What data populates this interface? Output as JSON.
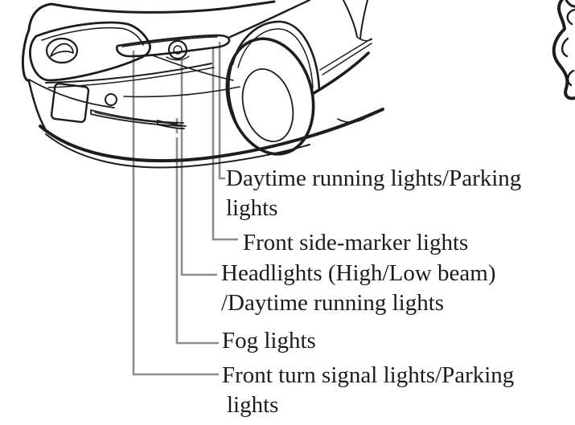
{
  "labels": {
    "daytime": {
      "line1": "Daytime running lights/Parking",
      "line2": "lights"
    },
    "side_marker": {
      "line1": "Front side-marker lights"
    },
    "headlights": {
      "line1": "Headlights (High/Low beam)",
      "line2": "/Daytime running lights"
    },
    "fog": {
      "line1": "Fog lights"
    },
    "front_turn": {
      "line1": "Front turn signal lights/Parking",
      "line2": "lights"
    }
  },
  "colors": {
    "background": "#ffffff",
    "line_art": "#1d1d1d",
    "callout_line": "#8d8d8d",
    "label_text": "#1e1b1c"
  }
}
